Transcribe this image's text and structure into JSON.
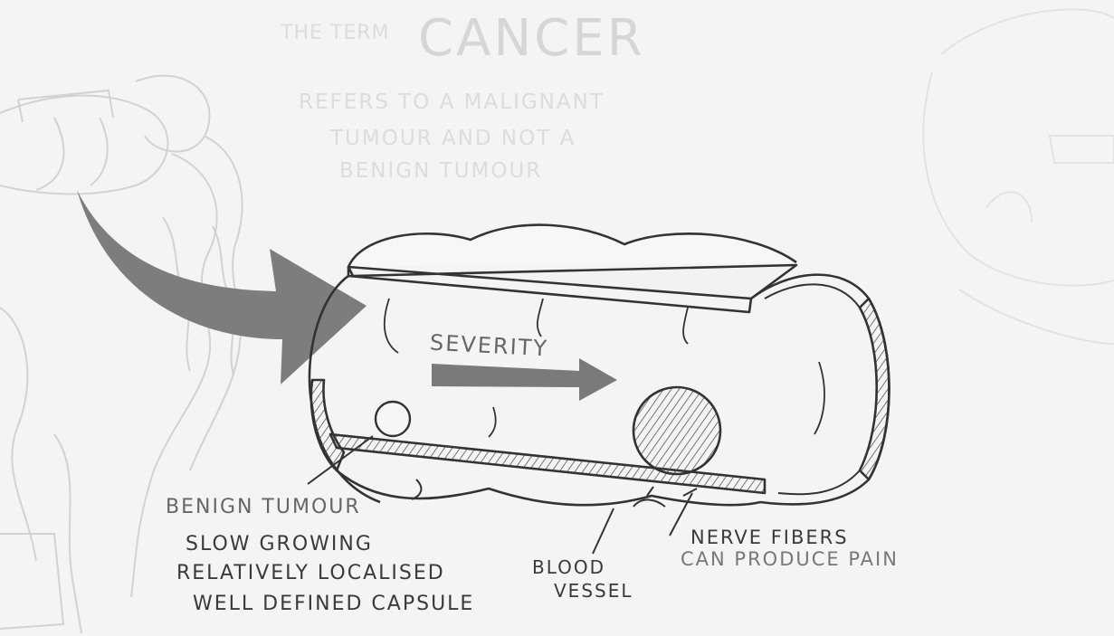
{
  "header": {
    "prefix": "THE TERM",
    "title": "CANCER",
    "line1": "REFERS TO A MALIGNANT",
    "line2": "TUMOUR AND NOT A",
    "line3": "BENIGN TUMOUR"
  },
  "arrow_label": "SEVERITY",
  "benign": {
    "title": "BENIGN TUMOUR",
    "line1": "SLOW GROWING",
    "line2": "RELATIVELY LOCALISED",
    "line3": "WELL DEFINED CAPSULE"
  },
  "blood": {
    "line1": "BLOOD",
    "line2": "VESSEL"
  },
  "nerve": {
    "line1": "NERVE FIBERS",
    "line2": "CAN PRODUCE PAIN"
  },
  "colors": {
    "background": "#f4f4f4",
    "ink": "#333333",
    "arrow": "#7a7a7a",
    "faded": "#dcdcdc"
  }
}
